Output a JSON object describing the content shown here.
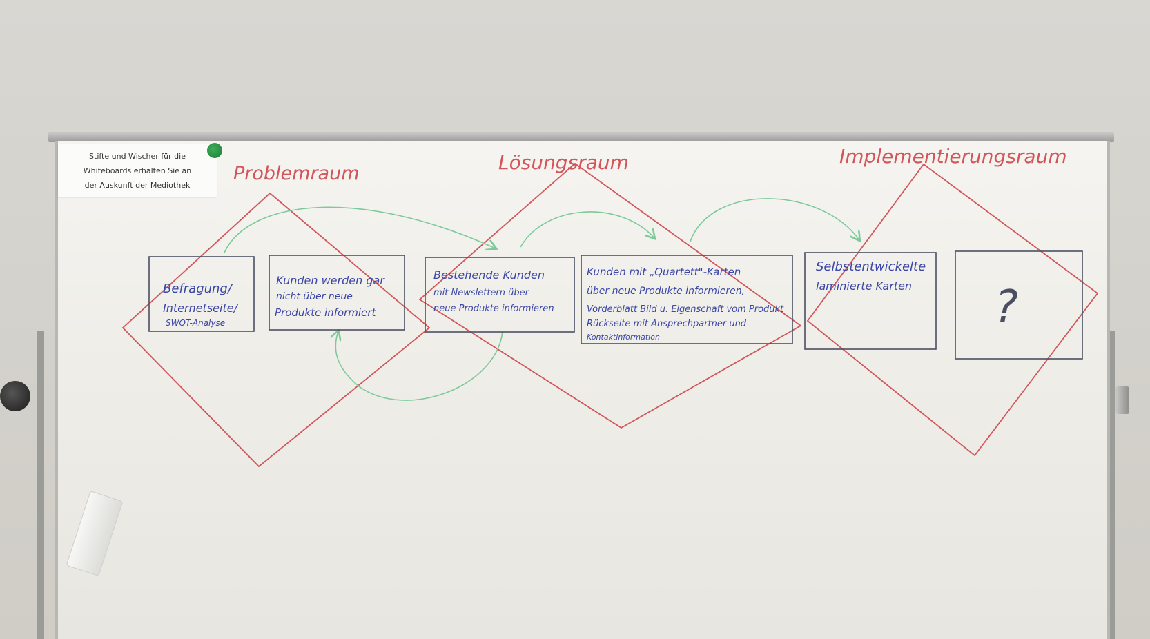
{
  "notice": {
    "line1": "Stifte und Wischer für die",
    "line2": "Whiteboards erhalten Sie an",
    "line3": "der Auskunft der Mediothek"
  },
  "headings": {
    "problem": "Problemraum",
    "solution": "Lösungsraum",
    "implementation": "Implementierungsraum"
  },
  "cards": [
    {
      "lines": [
        "Befragung/",
        "Internetseite/",
        "SWOT-Analyse"
      ]
    },
    {
      "lines": [
        "Kunden werden gar",
        "nicht über neue",
        "Produkte informiert"
      ]
    },
    {
      "lines": [
        "Bestehende Kunden",
        "mit Newslettern über",
        "neue Produkte informieren"
      ]
    },
    {
      "lines": [
        "Kunden mit „Quartett\"-Karten",
        "über neue Produkte informieren,",
        "Vorderblatt Bild u. Eigenschaft vom Produkt",
        "Rückseite mit Ansprechpartner und",
        "Kontaktinformation"
      ]
    },
    {
      "lines": [
        "Selbstentwickelte",
        "laminierte Karten"
      ]
    },
    {
      "lines": [
        "?"
      ]
    }
  ],
  "colors": {
    "marker_red": "#d2555a",
    "marker_green": "#7cc99a",
    "marker_blue": "#3b46a6",
    "card_border": "#4b4f63"
  }
}
